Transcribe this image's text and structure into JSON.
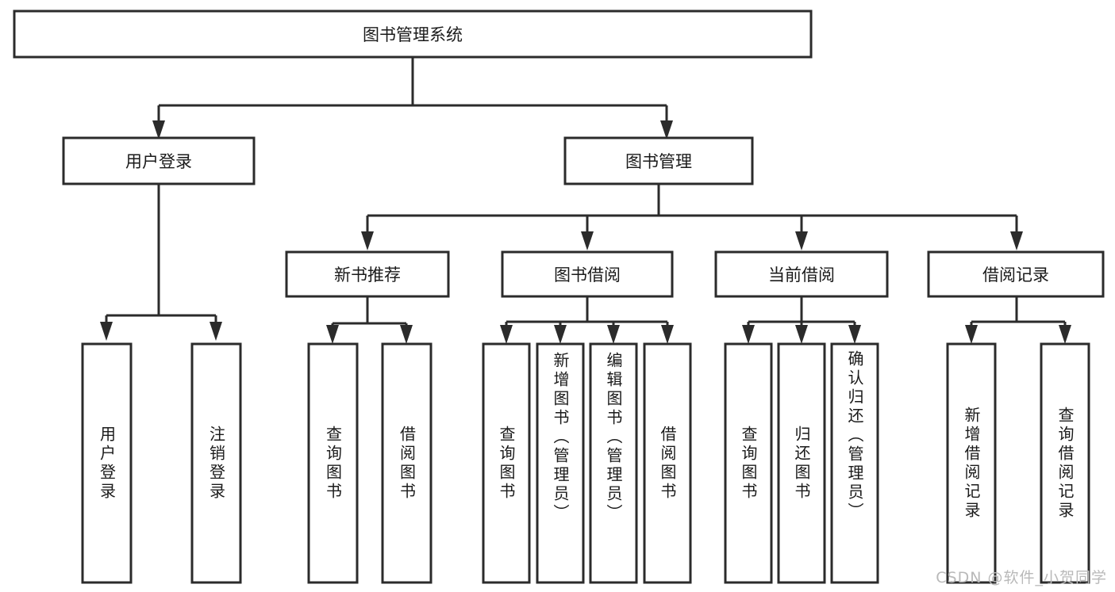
{
  "diagram": {
    "type": "tree",
    "title": "图书管理系统",
    "watermark": "CSDN @软件_小贺同学",
    "colors": {
      "box_stroke": "#2b2b2b",
      "box_fill": "#ffffff",
      "text": "#1a1a1a",
      "watermark": "#b9b9b9",
      "background": "#ffffff"
    },
    "nodes": {
      "root": {
        "label": "图书管理系统"
      },
      "level1": [
        {
          "id": "user-login",
          "label": "用户登录"
        },
        {
          "id": "book-management",
          "label": "图书管理"
        }
      ],
      "level2": [
        {
          "id": "new-book-recommend",
          "label": "新书推荐",
          "parent": "book-management"
        },
        {
          "id": "book-borrow",
          "label": "图书借阅",
          "parent": "book-management"
        },
        {
          "id": "current-borrow",
          "label": "当前借阅",
          "parent": "book-management"
        },
        {
          "id": "borrow-record",
          "label": "借阅记录",
          "parent": "book-management"
        }
      ],
      "leaves": [
        {
          "id": "leaf-user-login",
          "label": "用户登录",
          "parent": "user-login"
        },
        {
          "id": "leaf-logout-login",
          "label": "注销登录",
          "parent": "user-login"
        },
        {
          "id": "leaf-query-book-1",
          "label": "查询图书",
          "parent": "new-book-recommend"
        },
        {
          "id": "leaf-borrow-book-1",
          "label": "借阅图书",
          "parent": "new-book-recommend"
        },
        {
          "id": "leaf-query-book-2",
          "label": "查询图书",
          "parent": "book-borrow"
        },
        {
          "id": "leaf-add-book",
          "label": "新增图书（管理员）",
          "parent": "book-borrow"
        },
        {
          "id": "leaf-edit-book",
          "label": "编辑图书（管理员）",
          "parent": "book-borrow"
        },
        {
          "id": "leaf-borrow-book-2",
          "label": "借阅图书",
          "parent": "book-borrow"
        },
        {
          "id": "leaf-query-book-3",
          "label": "查询图书",
          "parent": "current-borrow"
        },
        {
          "id": "leaf-return-book",
          "label": "归还图书",
          "parent": "current-borrow"
        },
        {
          "id": "leaf-confirm-return",
          "label": "确认归还（管理员）",
          "parent": "current-borrow"
        },
        {
          "id": "leaf-add-record",
          "label": "新增借阅记录",
          "parent": "borrow-record"
        },
        {
          "id": "leaf-query-record",
          "label": "查询借阅记录",
          "parent": "borrow-record"
        }
      ]
    }
  }
}
